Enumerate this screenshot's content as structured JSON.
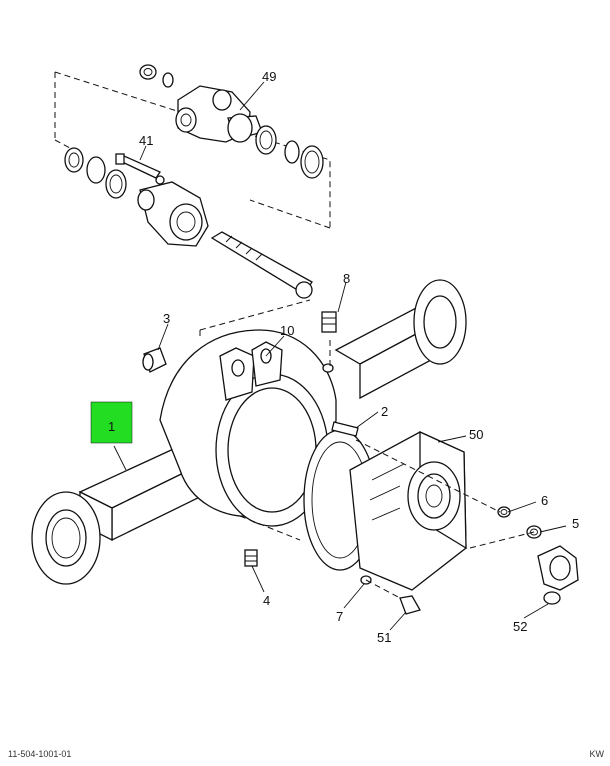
{
  "diagram": {
    "highlight_color": "#22dd22",
    "callouts": {
      "c49": "49",
      "c41": "41",
      "c8": "8",
      "c3": "3",
      "c10": "10",
      "c1": "1",
      "c2": "2",
      "c50": "50",
      "c6": "6",
      "c5": "5",
      "c4": "4",
      "c7": "7",
      "c51": "51",
      "c52": "52"
    }
  },
  "footer": {
    "left": "11-504-1001-01",
    "right": "KW"
  }
}
